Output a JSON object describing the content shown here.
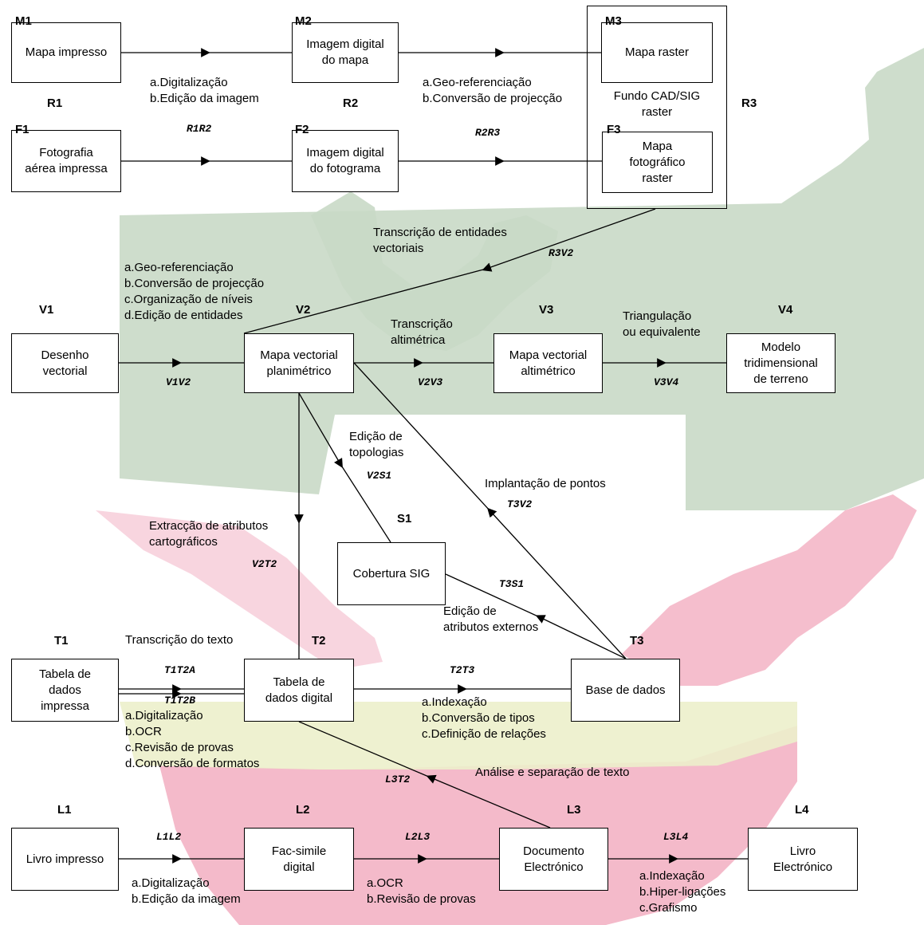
{
  "colors": {
    "green": "#c9d9c6",
    "pink": "#f3b3c4",
    "cream": "#ecefcb",
    "line": "#000000"
  },
  "containers": [
    {
      "id": "R3box",
      "label": "Fundo CAD/SIG\nraster"
    }
  ],
  "nodes": [
    {
      "id": "M1",
      "label": "Mapa impresso"
    },
    {
      "id": "M2",
      "label": "Imagem digital\ndo mapa"
    },
    {
      "id": "M3",
      "label": "Mapa raster"
    },
    {
      "id": "F1",
      "label": "Fotografia\naérea impressa"
    },
    {
      "id": "F2",
      "label": "Imagem digital\ndo fotograma"
    },
    {
      "id": "F3",
      "label": "Mapa\nfotográfico\nraster"
    },
    {
      "id": "V1",
      "label": "Desenho\nvectorial"
    },
    {
      "id": "V2",
      "label": "Mapa vectorial\nplanimétrico"
    },
    {
      "id": "V3",
      "label": "Mapa vectorial\naltimétrico"
    },
    {
      "id": "V4",
      "label": "Modelo\ntridimensional\nde terreno"
    },
    {
      "id": "S1",
      "label": "Cobertura SIG"
    },
    {
      "id": "T1",
      "label": "Tabela de\ndados\nimpressa"
    },
    {
      "id": "T2",
      "label": "Tabela de\ndados digital"
    },
    {
      "id": "T3",
      "label": "Base de dados"
    },
    {
      "id": "L1",
      "label": "Livro impresso"
    },
    {
      "id": "L2",
      "label": "Fac-simile\ndigital"
    },
    {
      "id": "L3",
      "label": "Documento\nElectrónico"
    },
    {
      "id": "L4",
      "label": "Livro\nElectrónico"
    }
  ],
  "codes": [
    "M1",
    "M2",
    "M3",
    "F1",
    "F2",
    "F3",
    "R1",
    "R2",
    "R3",
    "V1",
    "V2",
    "V3",
    "V4",
    "S1",
    "T1",
    "T2",
    "T3",
    "L1",
    "L2",
    "L3",
    "L4"
  ],
  "edges": [
    {
      "id": "M1-M2"
    },
    {
      "id": "M2-M3"
    },
    {
      "id": "F1-F2"
    },
    {
      "id": "F2-F3"
    },
    {
      "id": "R3V2",
      "tag": "R3V2"
    },
    {
      "id": "V1V2",
      "tag": "V1V2"
    },
    {
      "id": "V2V3",
      "tag": "V2V3"
    },
    {
      "id": "V3V4",
      "tag": "V3V4"
    },
    {
      "id": "V2S1",
      "tag": "V2S1"
    },
    {
      "id": "V2T2",
      "tag": "V2T2"
    },
    {
      "id": "T3V2",
      "tag": "T3V2"
    },
    {
      "id": "T3S1",
      "tag": "T3S1"
    },
    {
      "id": "T1T2A",
      "tag": "T1T2A"
    },
    {
      "id": "T1T2B",
      "tag": "T1T2B"
    },
    {
      "id": "T2T3",
      "tag": "T2T3"
    },
    {
      "id": "L3T2",
      "tag": "L3T2"
    },
    {
      "id": "L1L2",
      "tag": "L1L2"
    },
    {
      "id": "L2L3",
      "tag": "L2L3"
    },
    {
      "id": "L3L4",
      "tag": "L3L4"
    }
  ],
  "extra_tags": [
    "R1R2",
    "R2R3"
  ],
  "labels": [
    {
      "id": "m1m2",
      "text": "a.Digitalização\nb.Edição da imagem"
    },
    {
      "id": "m2m3",
      "text": "a.Geo-referenciação\nb.Conversão de projecção"
    },
    {
      "id": "r3v2",
      "text": "Transcrição de entidades\nvectoriais"
    },
    {
      "id": "v1v2",
      "text": "a.Geo-referenciação\nb.Conversão de projecção\nc.Organização de níveis\nd.Edição de entidades"
    },
    {
      "id": "v2v3",
      "text": "Transcrição\naltimétrica"
    },
    {
      "id": "v3v4",
      "text": "Triangulação\nou equivalente"
    },
    {
      "id": "v2s1",
      "text": "Edição de\ntopologias"
    },
    {
      "id": "t3v2",
      "text": "Implantação de pontos"
    },
    {
      "id": "v2t2",
      "text": "Extracção de atributos\ncartográficos"
    },
    {
      "id": "t3s1",
      "text": "Edição de\natributos externos"
    },
    {
      "id": "t1t2",
      "text": "Transcrição do texto"
    },
    {
      "id": "t1t2b",
      "text": "a.Digitalização\nb.OCR\nc.Revisão de provas\nd.Conversão de formatos"
    },
    {
      "id": "t2t3",
      "text": "a.Indexação\nb.Conversão de tipos\nc.Definição de relações"
    },
    {
      "id": "l3t2",
      "text": "Análise e separação de texto"
    },
    {
      "id": "l1l2",
      "text": "a.Digitalização\nb.Edição da imagem"
    },
    {
      "id": "l2l3",
      "text": "a.OCR\nb.Revisão de provas"
    },
    {
      "id": "l3l4",
      "text": "a.Indexação\nb.Hiper-ligações\nc.Grafismo"
    }
  ]
}
